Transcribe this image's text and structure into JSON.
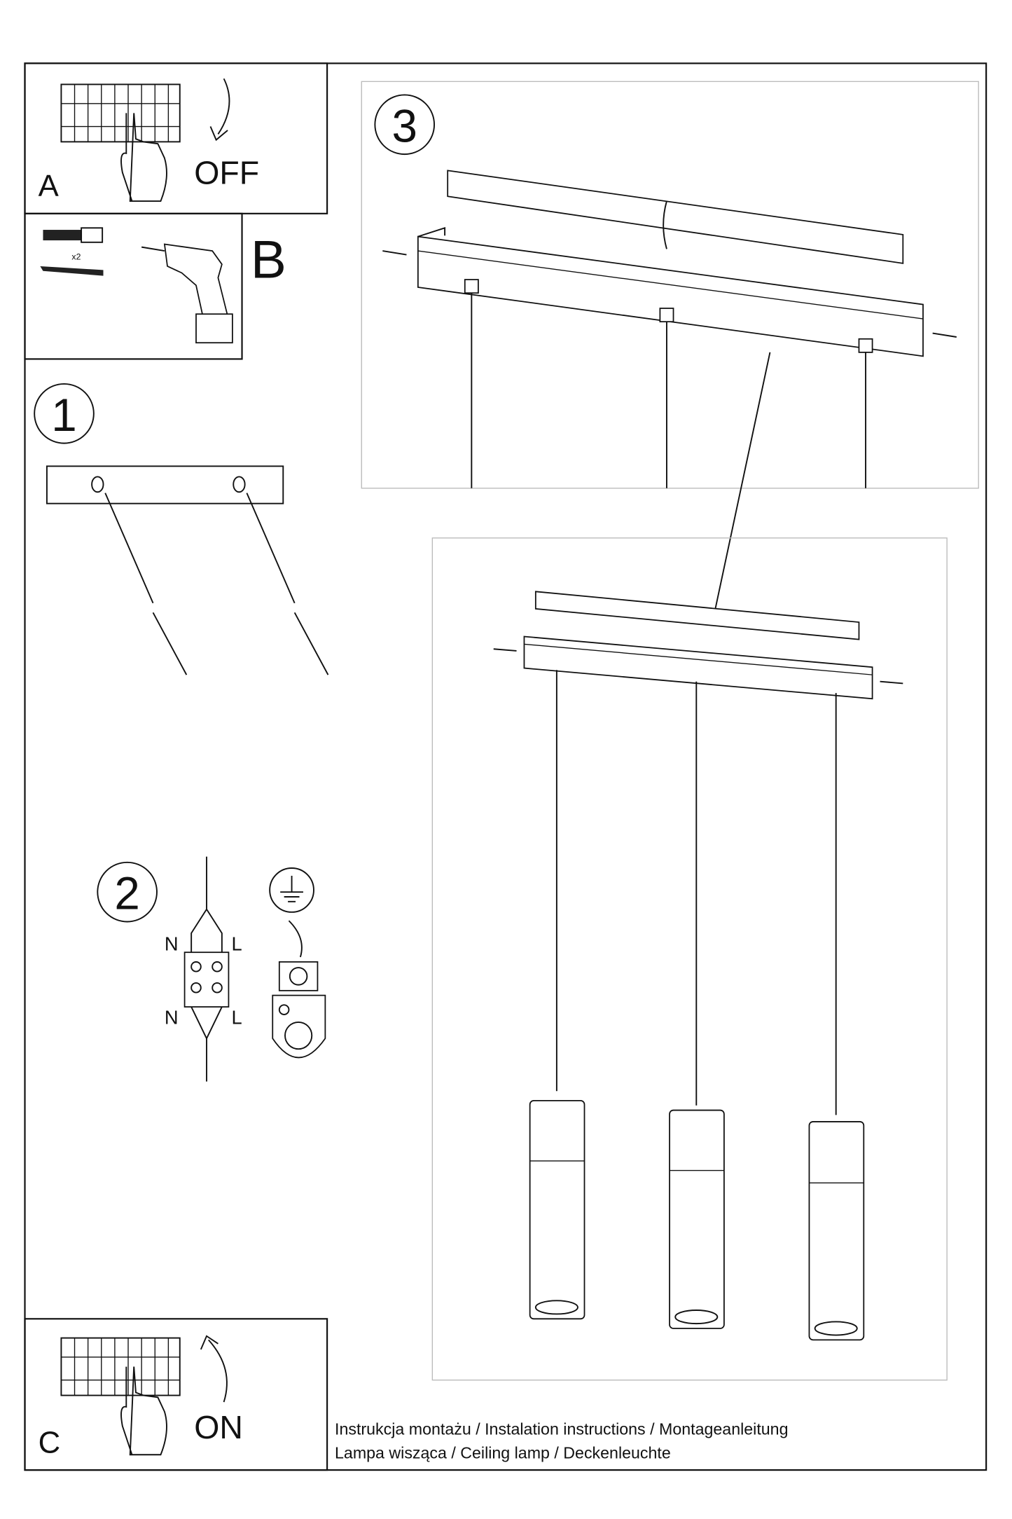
{
  "steps": {
    "a": {
      "letter": "A",
      "action": "OFF"
    },
    "b": {
      "letter": "B",
      "quantity": "x2"
    },
    "one": {
      "number": "1"
    },
    "two": {
      "number": "2",
      "wire_labels": [
        "N",
        "L",
        "N",
        "L"
      ]
    },
    "three": {
      "number": "3"
    },
    "c": {
      "letter": "C",
      "action": "ON"
    }
  },
  "footer": {
    "line1": "Instrukcja montażu / Instalation instructions / Montageanleitung",
    "line2": "Lampa wisząca / Ceiling lamp / Deckenleuchte"
  }
}
